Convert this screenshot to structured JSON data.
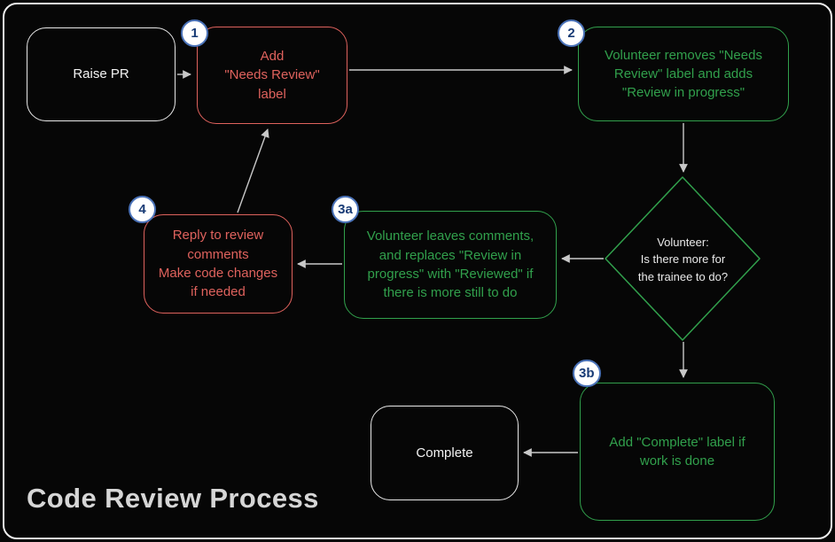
{
  "title": "Code Review Process",
  "colors": {
    "background": "#060606",
    "frame_border": "#ededed",
    "red": "#df625d",
    "green": "#31a04c",
    "neutral": "#e9e9e9",
    "arrow": "#c8c8c8",
    "badge_bg": "#ffffff",
    "badge_border": "#4a72b8",
    "badge_text": "#173a75",
    "title_text": "#d6d6d6",
    "diamond_text": "#eaeaea"
  },
  "nodes": {
    "raise_pr": {
      "label": "Raise PR"
    },
    "step1": {
      "badge": "1",
      "label": "Add\n\"Needs Review\"\nlabel"
    },
    "step2": {
      "badge": "2",
      "label": "Volunteer removes \"Needs\nReview\" label and adds\n\"Review in progress\""
    },
    "decision": {
      "label": "Volunteer:\nIs there more for\nthe trainee to do?"
    },
    "step3a": {
      "badge": "3a",
      "label": "Volunteer leaves comments,\nand replaces \"Review in\nprogress\" with \"Reviewed\" if\nthere is more still to do"
    },
    "step4": {
      "badge": "4",
      "label": "Reply to review\ncomments\nMake code changes\nif needed"
    },
    "step3b": {
      "badge": "3b",
      "label": "Add \"Complete\" label if\nwork is done"
    },
    "complete": {
      "label": "Complete"
    }
  }
}
